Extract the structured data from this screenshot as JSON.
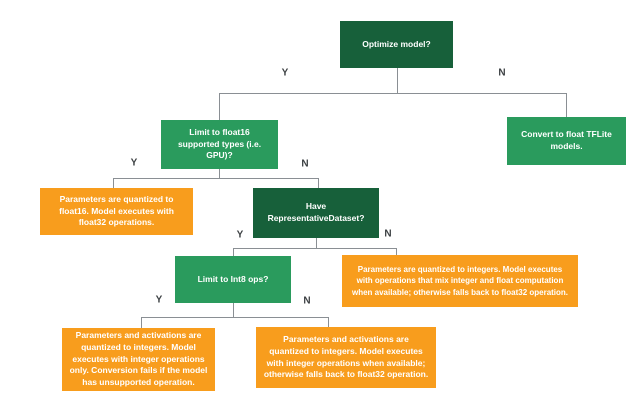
{
  "diagram": {
    "description": "TensorFlow Lite model optimization decision flowchart",
    "colors": {
      "decision_primary_green": "#17603a",
      "decision_green": "#2a9b5d",
      "outcome_orange": "#f89d1d",
      "connector_gray": "#8a8f94",
      "branch_label_gray": "#3c4043",
      "node_text_white": "#ffffff",
      "background_white": "#ffffff"
    },
    "nodes": {
      "optimize": {
        "label": "Optimize model?"
      },
      "limit_float16": {
        "label": "Limit to float16 supported types (i.e. GPU)?"
      },
      "convert_float": {
        "label": "Convert to float TFLite models."
      },
      "have_repdataset": {
        "label": "Have RepresentativeDataset?"
      },
      "limit_int8": {
        "label": "Limit to Int8 ops?"
      },
      "quant_float16": {
        "label": "Parameters are quantized to float16. Model executes with float32 operations."
      },
      "quant_mixed": {
        "label": "Parameters are quantized to integers. Model executes with operations that mix integer and float computation when available; otherwise falls back to float32 operation."
      },
      "quant_int_only": {
        "label": "Parameters and activations are quantized to integers. Model executes with integer operations only. Conversion fails if the model has unsupported operation."
      },
      "quant_int_fallback": {
        "label": "Parameters and activations are quantized to integers. Model executes with integer operations when available; otherwise falls back to float32 operation."
      }
    },
    "branch_labels": {
      "optimize_yes": "Y",
      "optimize_no": "N",
      "limit_float16_yes": "Y",
      "limit_float16_no": "N",
      "have_repdataset_yes": "Y",
      "have_repdataset_no": "N",
      "limit_int8_yes": "Y",
      "limit_int8_no": "N"
    }
  }
}
